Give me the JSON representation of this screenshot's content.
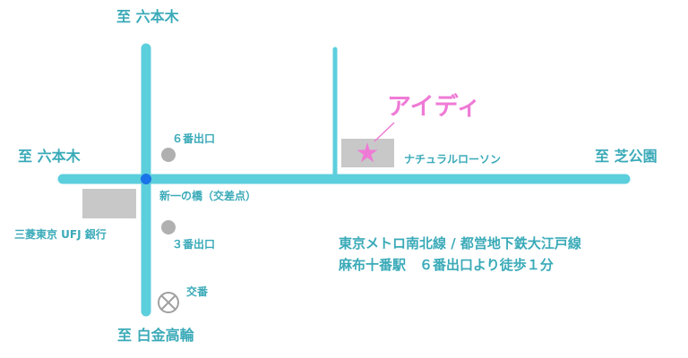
{
  "directions": {
    "north": "至 六本木",
    "west": "至 六本木",
    "east": "至 芝公園",
    "south": "至 白金高輪"
  },
  "exits": {
    "exit6": "６番出口",
    "exit3": "３番出口"
  },
  "intersection": "新一の橋（交差点）",
  "bank": "三菱東京 UFJ 銀行",
  "police_box": "交番",
  "convenience_store": "ナチュラルローソン",
  "destination": "アイディ",
  "access": {
    "line1": "東京メトロ南北線 / 都営地下鉄大江戸線",
    "line2": "麻布十番駅　６番出口より徒歩１分"
  },
  "colors": {
    "road": "#5ccfdc",
    "text": "#3aaab8",
    "brand": "#ef7ad6",
    "building": "#c8c8c8",
    "marker": "#1a73e8"
  },
  "icons": {
    "destination_marker": "star-icon",
    "police_box_marker": "circle-x-icon",
    "intersection_marker": "dot-icon"
  }
}
